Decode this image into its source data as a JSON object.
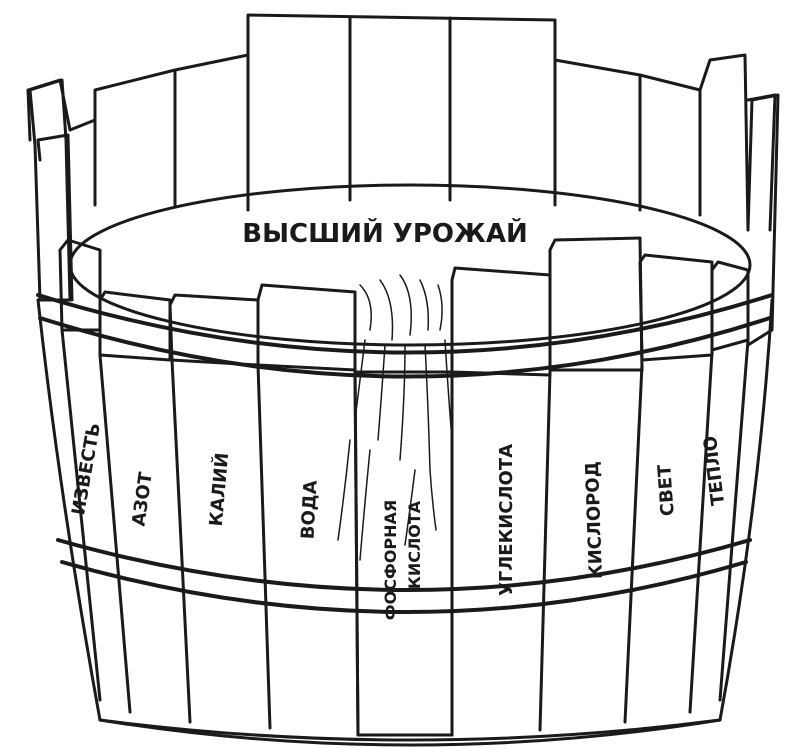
{
  "title": "ВЫСШИЙ УРОЖАЙ",
  "staves": [
    {
      "id": "izvest",
      "label": "ИЗВЕСТЬ"
    },
    {
      "id": "azot",
      "label": "АЗОТ"
    },
    {
      "id": "kaliy",
      "label": "КАЛИЙ"
    },
    {
      "id": "voda",
      "label": "ВОДА"
    },
    {
      "id": "fosfornaya",
      "label": "ФОСФОРНАЯ",
      "label2": "КИСЛОТА"
    },
    {
      "id": "uglekislota",
      "label": "УГЛЕКИСЛОТА"
    },
    {
      "id": "kislorod",
      "label": "КИСЛОРОД"
    },
    {
      "id": "svet",
      "label": "СВЕТ"
    },
    {
      "id": "teplo",
      "label": "ТЕПЛО"
    }
  ],
  "colors": {
    "ink": "#1a1a1a",
    "paper": "#ffffff"
  }
}
